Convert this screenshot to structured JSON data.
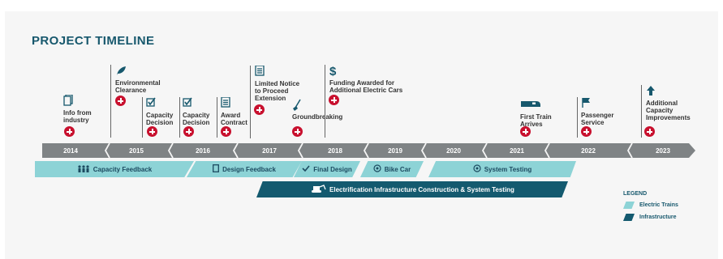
{
  "title": "PROJECT TIMELINE",
  "years": [
    "2014",
    "2015",
    "2016",
    "2017",
    "2018",
    "2019",
    "2020",
    "2021",
    "2022",
    "2023"
  ],
  "events": [
    {
      "l1": "Info from",
      "l2": "industry",
      "l3": "",
      "l4": ""
    },
    {
      "l1": "Environmental",
      "l2": "Clearance",
      "l3": "",
      "l4": ""
    },
    {
      "l1": "Capacity",
      "l2": "Decision",
      "l3": "",
      "l4": ""
    },
    {
      "l1": "Capacity",
      "l2": "Decision",
      "l3": "",
      "l4": ""
    },
    {
      "l1": "Award",
      "l2": "Contract",
      "l3": "",
      "l4": ""
    },
    {
      "l1": "Limited Notice",
      "l2": "to Proceed",
      "l3": "Extension",
      "l4": ""
    },
    {
      "l1": "Groundbreaking",
      "l2": "",
      "l3": "",
      "l4": ""
    },
    {
      "l1": "Funding Awarded for",
      "l2": "Additional Electric Cars",
      "l3": "",
      "l4": ""
    },
    {
      "l1": "First Train",
      "l2": "Arrives",
      "l3": "",
      "l4": ""
    },
    {
      "l1": "Passenger",
      "l2": "Service",
      "l3": "",
      "l4": ""
    },
    {
      "l1": "Additional",
      "l2": "Capacity",
      "l3": "Improvements",
      "l4": ""
    }
  ],
  "phases": [
    {
      "label": "Capacity Feedback",
      "type": "Electric Trains",
      "icon": "people-icon"
    },
    {
      "label": "Design Feedback",
      "type": "Electric Trains",
      "icon": "document-icon"
    },
    {
      "label": "Final Design",
      "type": "Electric Trains",
      "icon": "checkmark-icon"
    },
    {
      "label": "Bike Car",
      "type": "Electric Trains",
      "icon": "bike-icon"
    },
    {
      "label": "System Testing",
      "type": "Electric Trains",
      "icon": "target-icon"
    },
    {
      "label": "Electrification Infrastructure Construction & System Testing",
      "type": "Infrastructure",
      "icon": "bulldozer-icon"
    }
  ],
  "legend": {
    "title": "LEGEND",
    "items": [
      {
        "label": "Electric Trains",
        "color": "#8dd3d6"
      },
      {
        "label": "Infrastructure",
        "color": "#145a6f"
      }
    ]
  },
  "colors": {
    "accent": "#c8102e",
    "axis": "#7f8385",
    "light": "#8dd3d6",
    "dark": "#145a6f",
    "title": "#17586d"
  }
}
